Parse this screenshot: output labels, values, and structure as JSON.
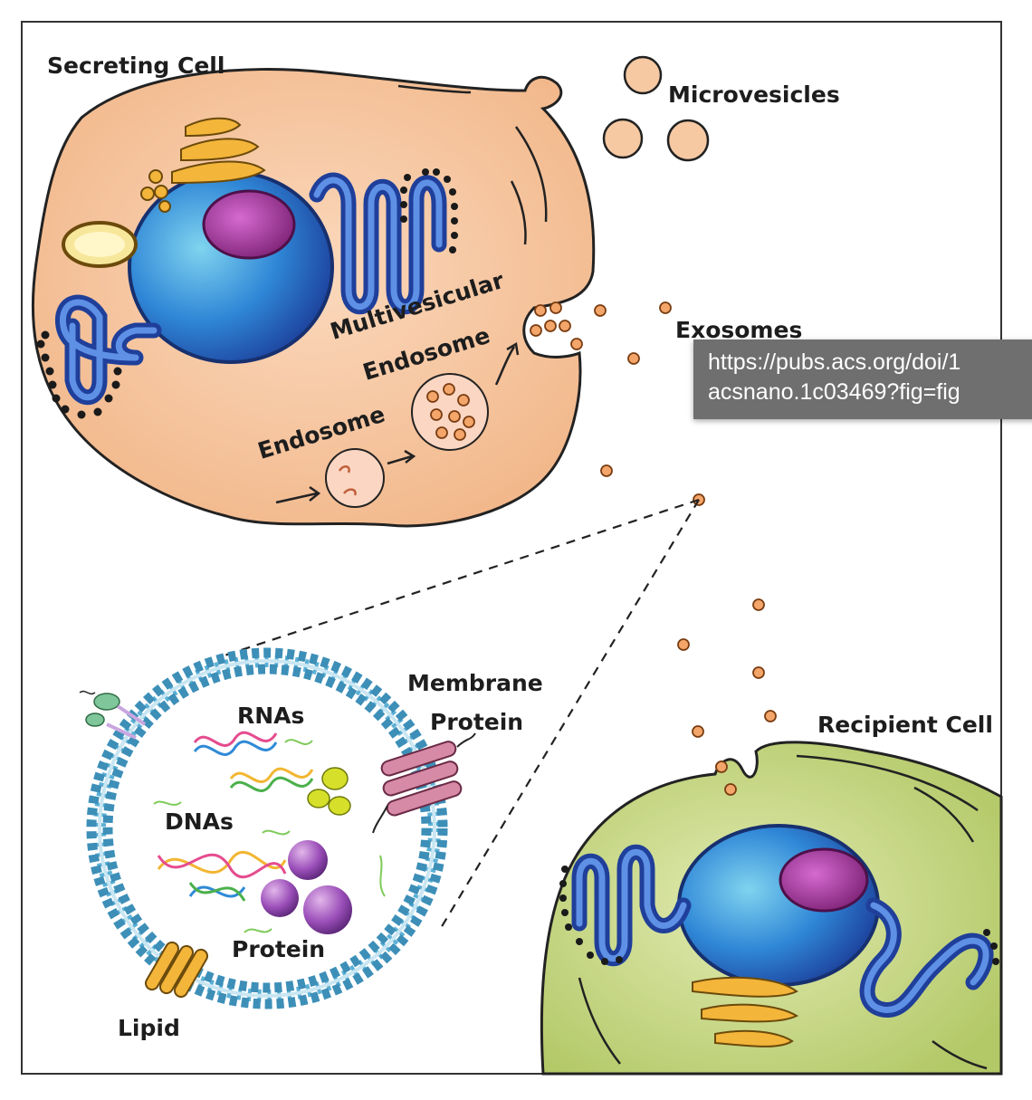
{
  "labels": {
    "secreting_cell": "Secreting Cell",
    "microvesicles": "Microvesicles",
    "exosomes": "Exosomes",
    "multivesicular": "Multivesicular",
    "endosome_mv": "Endosome",
    "endosome": "Endosome",
    "membrane": "Membrane",
    "protein_mem": "Protein",
    "rnas": "RNAs",
    "dnas": "DNAs",
    "protein": "Protein",
    "lipid": "Lipid",
    "recipient_cell": "Recipient Cell"
  },
  "tooltip": {
    "line1": "https://pubs.acs.org/doi/1",
    "line2": "acsnano.1c03469?fig=fig"
  },
  "colors": {
    "secreting_cell": "#f6c7a1",
    "recipient_cell": "#c9d98a",
    "nucleus": "#2f7fd1",
    "nucleolus": "#9a2f8e",
    "er": "#2f5fb7",
    "golgi": "#f2b632",
    "exosome": "#f4a66a",
    "membrane_bead": "#5bb0d5"
  }
}
